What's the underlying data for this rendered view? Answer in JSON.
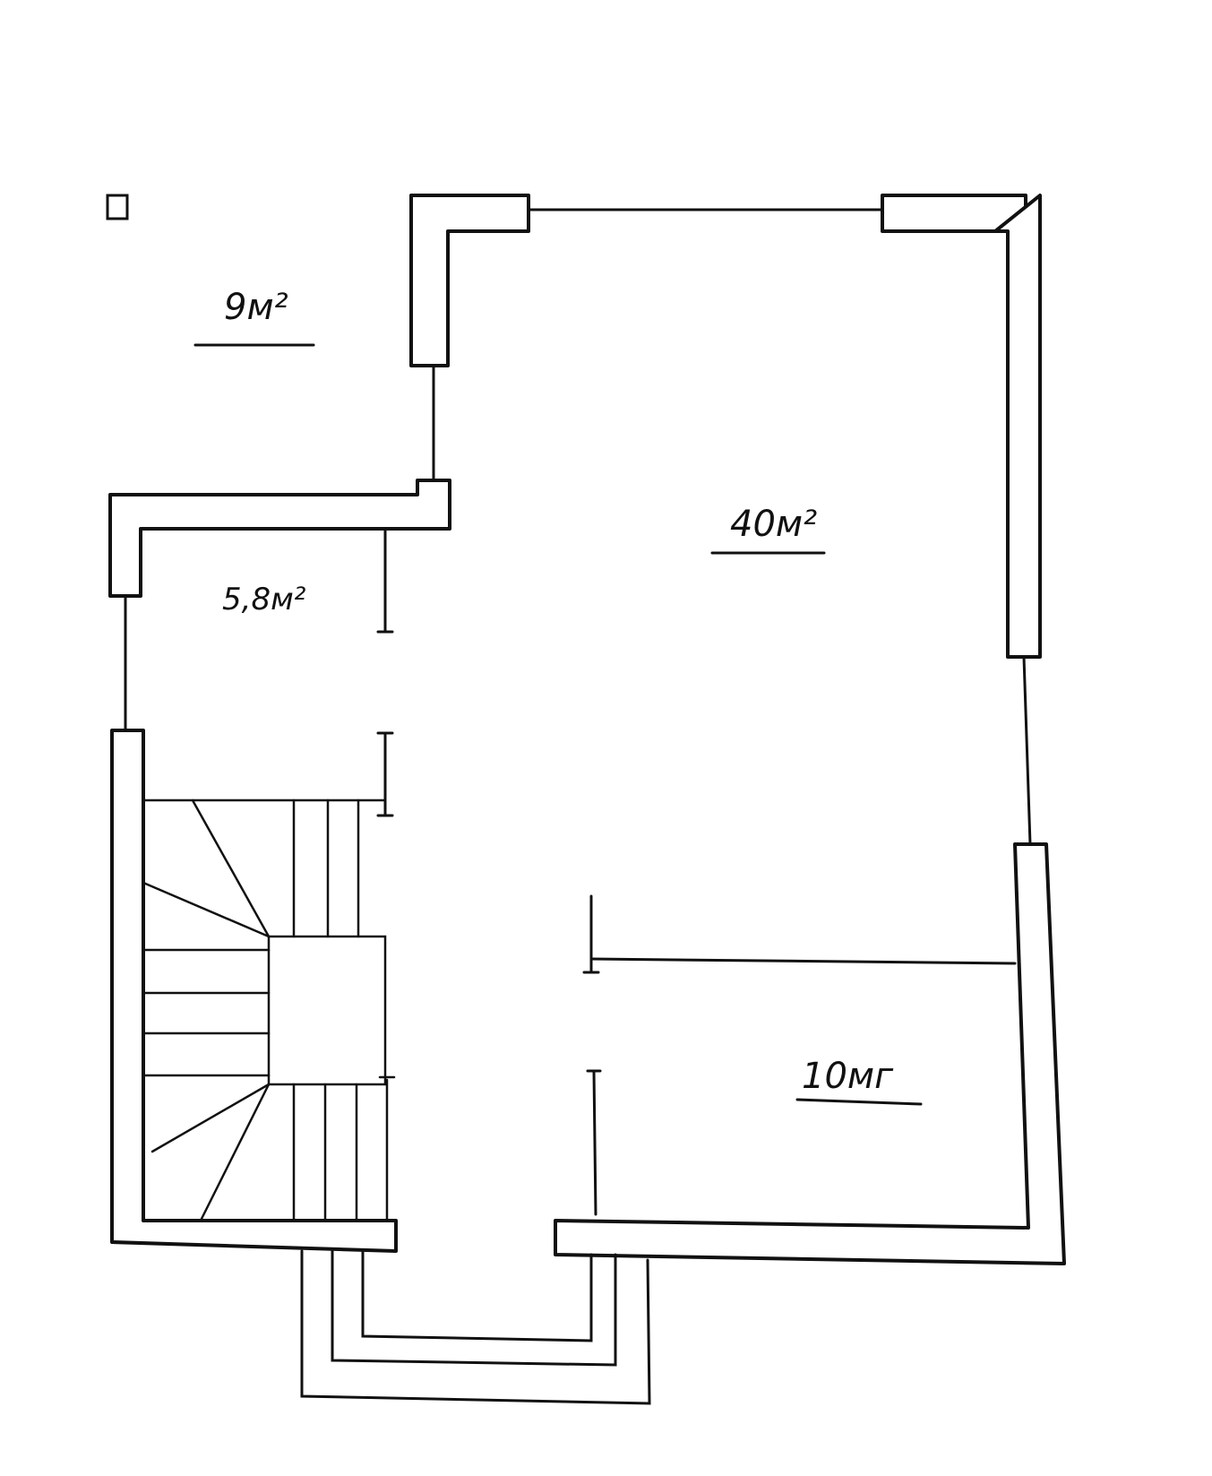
{
  "rooms": [
    {
      "name": "room-top-left",
      "area": "9м²"
    },
    {
      "name": "room-hall",
      "area": "5,8м²"
    },
    {
      "name": "room-living",
      "area": "40м²"
    },
    {
      "name": "room-bottom-right",
      "area": "10мг"
    }
  ],
  "colors": {
    "ink": "#111111",
    "paper": "#ffffff"
  }
}
